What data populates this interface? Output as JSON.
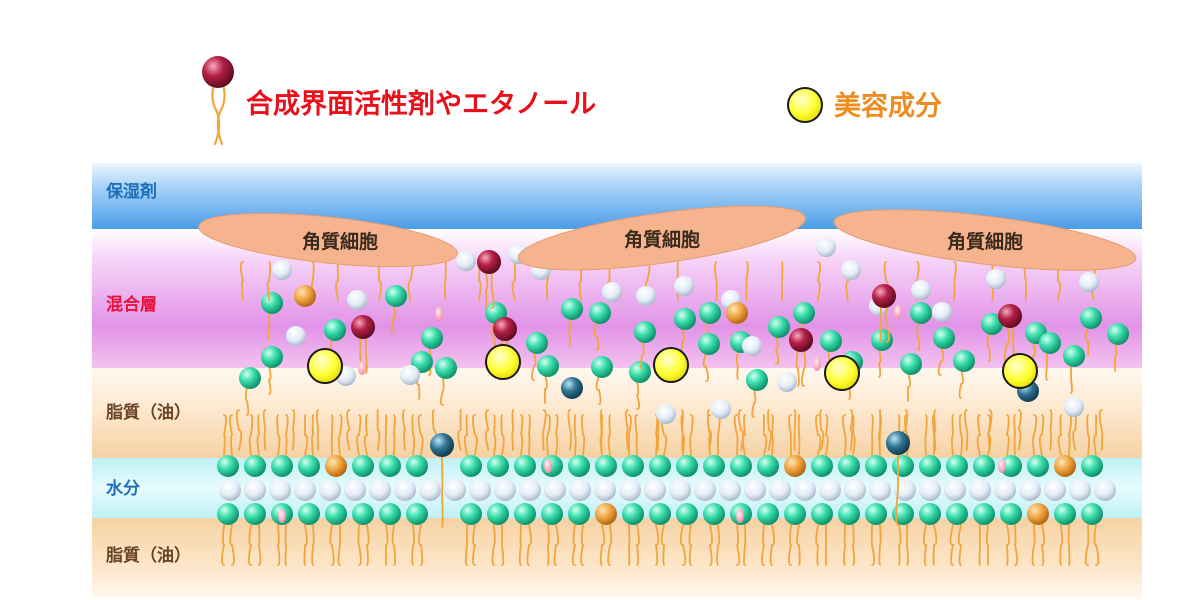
{
  "legend": {
    "surfactant_label": "合成界面活性剤やエタノール",
    "ingredient_label": "美容成分"
  },
  "layers": {
    "humectant": "保湿剤",
    "mixed": "混合層",
    "lipid_upper": "脂質（油）",
    "water": "水分",
    "lipid_lower": "脂質（油）"
  },
  "cells": [
    "角質細胞",
    "角質細胞",
    "角質細胞"
  ],
  "colors": {
    "label_blue": "#1f6fb8",
    "label_red": "#e8103a",
    "label_brown": "#6b4326",
    "legend_red": "#e8101a",
    "legend_orange": "#ef8c1f",
    "humectant": "#5aa7ea",
    "mixed": "#e39ce8",
    "lipid": "#f9d9b2",
    "water": "#cdf2f6",
    "cell": "#f5b48e",
    "lipid_head": "#2fd6a1",
    "tail": "#f2a53c",
    "surfactant_head": "#a8183c",
    "ingredient": "#ffff33",
    "cholesterol": "#f0a642",
    "teal_head": "#2f7390",
    "water_bubble": "#e2ecf8"
  }
}
